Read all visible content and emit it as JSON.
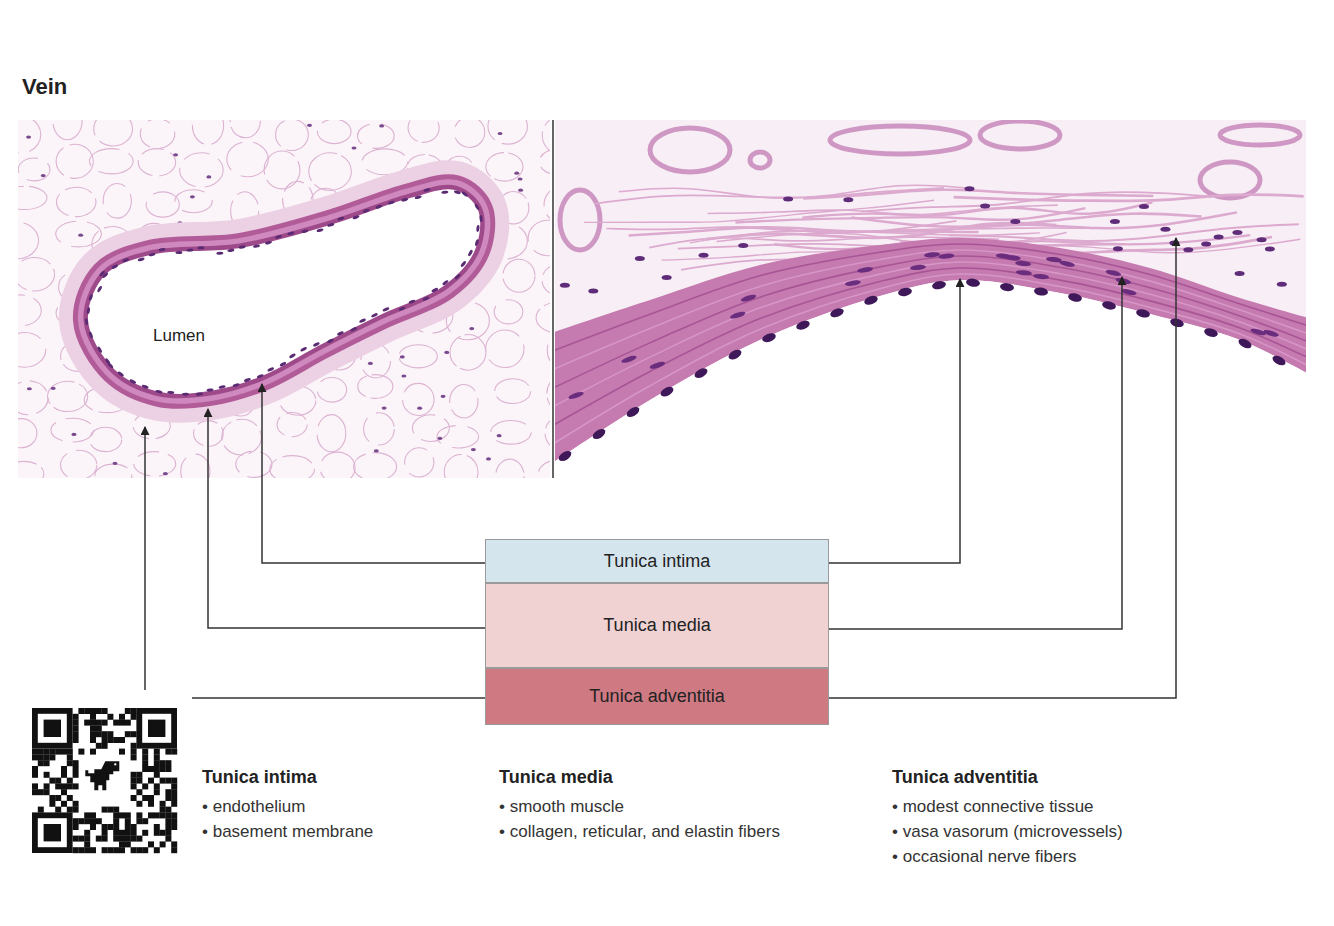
{
  "diagram": {
    "title": "Vein",
    "nodes": [
      {
        "text": [
          "Tunica intima"
        ]
      },
      {
        "text": [
          "Tunica media"
        ]
      },
      {
        "text": [
          "Tunica adventitia"
        ]
      }
    ],
    "labels": [
      "Lumen",
      "Tunica intima",
      "• endothelium",
      "• basement membrane",
      "Tunica media",
      "• smooth muscle",
      "• collagen, reticular, and elastin fibers",
      "Tunica adventitia",
      "• modest connective tissue",
      "• vasa vasorum (microvessels)",
      "• occasional nerve fibers"
    ]
  }
}
